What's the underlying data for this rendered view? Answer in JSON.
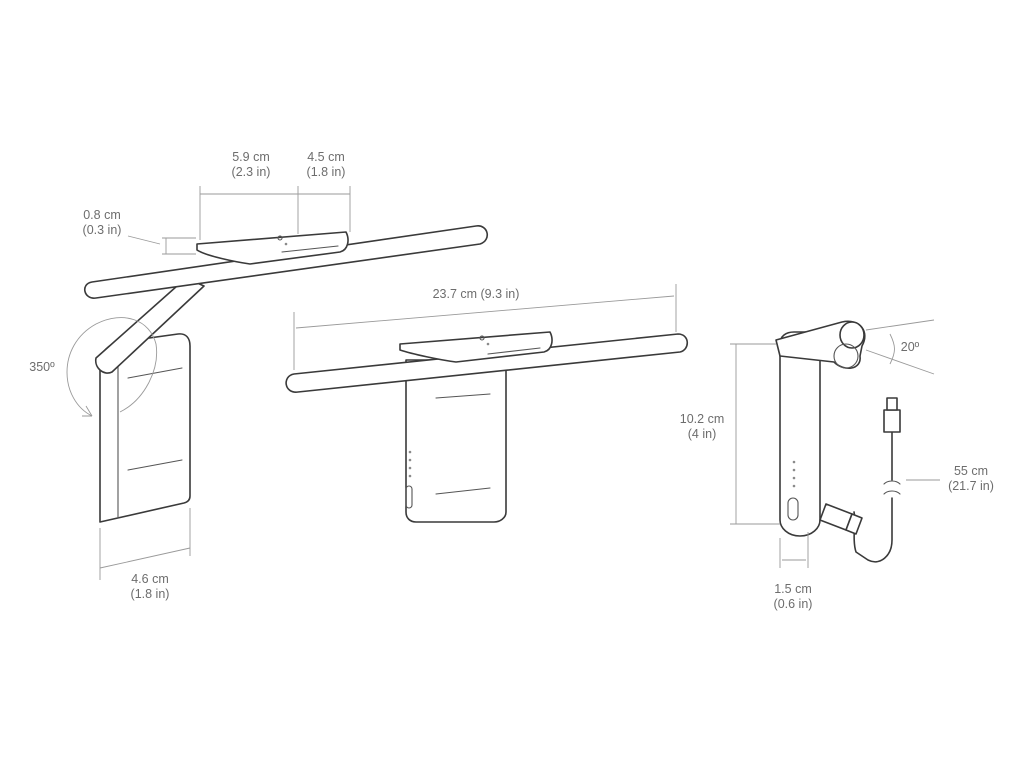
{
  "dimensions": {
    "top_width_a": {
      "value": "5.9 cm",
      "imperial": "(2.3 in)"
    },
    "top_width_b": {
      "value": "4.5 cm",
      "imperial": "(1.8 in)"
    },
    "top_height": {
      "value": "0.8 cm",
      "imperial": "(0.3 in)"
    },
    "rotation": {
      "value": "350º"
    },
    "clip_width": {
      "value": "4.6 cm",
      "imperial": "(1.8 in)"
    },
    "bar_length": {
      "value": "23.7 cm (9.3 in)"
    },
    "tilt": {
      "value": "20º"
    },
    "side_height": {
      "value": "10.2 cm",
      "imperial": "(4 in)"
    },
    "cable_length": {
      "value": "55 cm",
      "imperial": "(21.7 in)"
    },
    "side_depth": {
      "value": "1.5 cm",
      "imperial": "(0.6 in)"
    }
  }
}
